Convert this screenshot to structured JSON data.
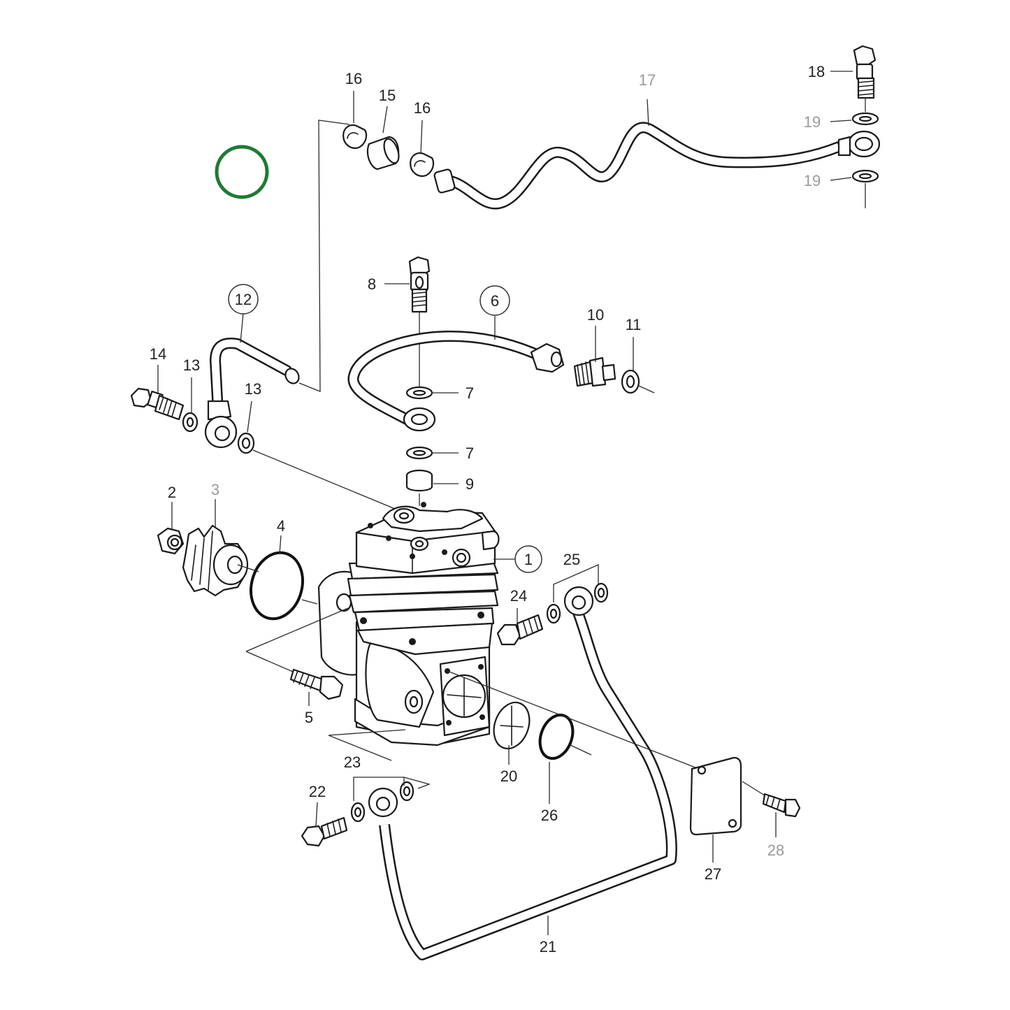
{
  "accent_ring_color": "#1e7a33",
  "callouts": [
    {
      "id": "1",
      "text": "1",
      "circled": true,
      "faded": false
    },
    {
      "id": "2",
      "text": "2",
      "circled": false,
      "faded": false
    },
    {
      "id": "3",
      "text": "3",
      "circled": false,
      "faded": true
    },
    {
      "id": "4",
      "text": "4",
      "circled": false,
      "faded": false
    },
    {
      "id": "5",
      "text": "5",
      "circled": false,
      "faded": false
    },
    {
      "id": "6",
      "text": "6",
      "circled": true,
      "faded": false
    },
    {
      "id": "7a",
      "text": "7",
      "circled": false,
      "faded": false
    },
    {
      "id": "7b",
      "text": "7",
      "circled": false,
      "faded": false
    },
    {
      "id": "8",
      "text": "8",
      "circled": false,
      "faded": false
    },
    {
      "id": "9",
      "text": "9",
      "circled": false,
      "faded": false
    },
    {
      "id": "10",
      "text": "10",
      "circled": false,
      "faded": false
    },
    {
      "id": "11",
      "text": "11",
      "circled": false,
      "faded": false
    },
    {
      "id": "12",
      "text": "12",
      "circled": true,
      "faded": false
    },
    {
      "id": "13a",
      "text": "13",
      "circled": false,
      "faded": false
    },
    {
      "id": "13b",
      "text": "13",
      "circled": false,
      "faded": false
    },
    {
      "id": "14",
      "text": "14",
      "circled": false,
      "faded": false
    },
    {
      "id": "15",
      "text": "15",
      "circled": false,
      "faded": false
    },
    {
      "id": "16a",
      "text": "16",
      "circled": false,
      "faded": false
    },
    {
      "id": "16b",
      "text": "16",
      "circled": false,
      "faded": false
    },
    {
      "id": "17",
      "text": "17",
      "circled": false,
      "faded": true
    },
    {
      "id": "18",
      "text": "18",
      "circled": false,
      "faded": false
    },
    {
      "id": "19a",
      "text": "19",
      "circled": false,
      "faded": true
    },
    {
      "id": "19b",
      "text": "19",
      "circled": false,
      "faded": true
    },
    {
      "id": "20",
      "text": "20",
      "circled": false,
      "faded": false
    },
    {
      "id": "21",
      "text": "21",
      "circled": false,
      "faded": false
    },
    {
      "id": "22",
      "text": "22",
      "circled": false,
      "faded": false
    },
    {
      "id": "23",
      "text": "23",
      "circled": false,
      "faded": false
    },
    {
      "id": "24",
      "text": "24",
      "circled": false,
      "faded": false
    },
    {
      "id": "25",
      "text": "25",
      "circled": false,
      "faded": false
    },
    {
      "id": "26",
      "text": "26",
      "circled": false,
      "faded": false
    },
    {
      "id": "27",
      "text": "27",
      "circled": false,
      "faded": false
    },
    {
      "id": "28",
      "text": "28",
      "circled": false,
      "faded": true
    }
  ]
}
